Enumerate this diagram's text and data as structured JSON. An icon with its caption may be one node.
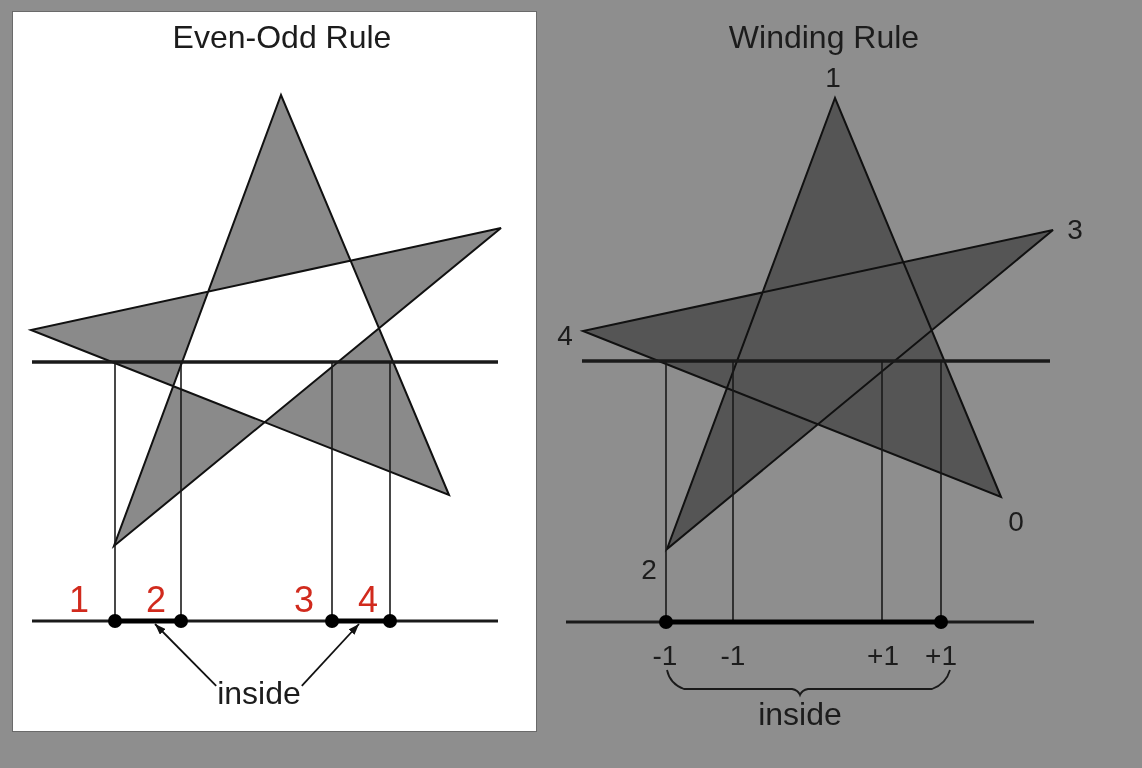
{
  "diagram": {
    "nodes": [
      {
        "text": [
          "Even-Odd Rule"
        ]
      },
      {
        "text": [],
        "shape": "bar",
        "in": 0
      },
      {
        "text": [],
        "shape": "bar",
        "in": 0
      },
      {
        "text": [
          "inside"
        ],
        "in": 0
      }
    ],
    "edges": [
      {
        "from": 3,
        "to": 1,
        "arrow": "to"
      },
      {
        "from": 3,
        "to": 2,
        "arrow": "to"
      }
    ],
    "labels": [
      "1",
      "2",
      "3",
      "4",
      "Winding Rule",
      "1",
      "3",
      "4",
      "0",
      "2",
      "-1",
      "-1",
      "+1",
      "+1",
      "inside"
    ]
  }
}
